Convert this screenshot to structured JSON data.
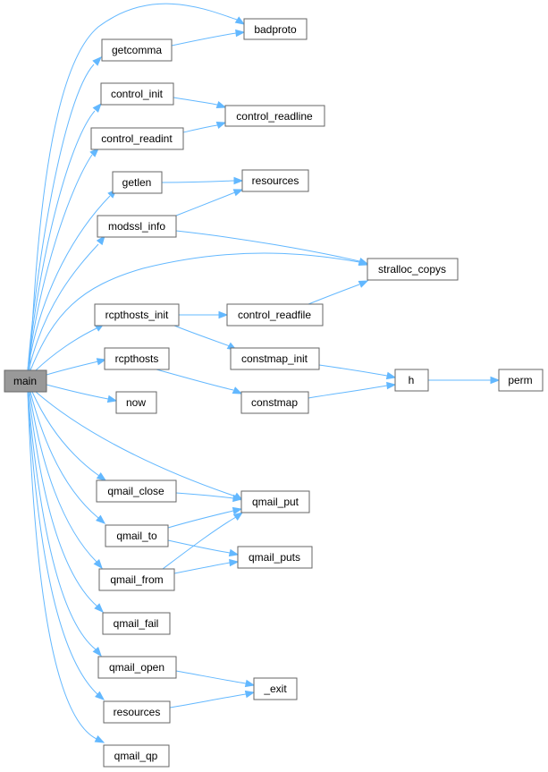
{
  "colors": {
    "edge": "#63b8ff",
    "node_border": "#666666",
    "node_fill": "#ffffff",
    "root_fill": "#999999"
  },
  "nodes": {
    "main": "main",
    "badproto": "badproto",
    "getcomma": "getcomma",
    "control_init": "control_init",
    "control_readline": "control_readline",
    "control_readint": "control_readint",
    "getlen": "getlen",
    "resources_top": "resources",
    "modssl_info": "modssl_info",
    "stralloc_copys": "stralloc_copys",
    "rcpthosts_init": "rcpthosts_init",
    "control_readfile": "control_readfile",
    "constmap_init": "constmap_init",
    "rcpthosts": "rcpthosts",
    "h": "h",
    "perm": "perm",
    "constmap": "constmap",
    "now": "now",
    "qmail_close": "qmail_close",
    "qmail_put": "qmail_put",
    "qmail_to": "qmail_to",
    "qmail_puts": "qmail_puts",
    "qmail_from": "qmail_from",
    "qmail_fail": "qmail_fail",
    "qmail_open": "qmail_open",
    "exit": "_exit",
    "resources_bottom": "resources",
    "qmail_qp": "qmail_qp"
  }
}
